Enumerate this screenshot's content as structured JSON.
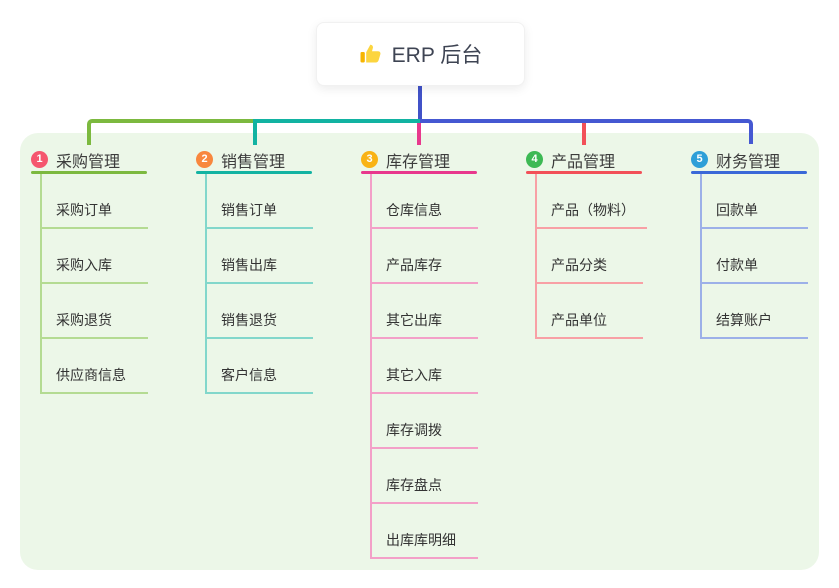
{
  "root": {
    "title": "ERP 后台",
    "icon": "thumbs-up-icon"
  },
  "branches": [
    {
      "badge": "1",
      "badge_color": "#f5566e",
      "title": "采购管理",
      "line_color": "#7cb93f",
      "light_color": "#b4db92",
      "children": [
        "采购订单",
        "采购入库",
        "采购退货",
        "供应商信息"
      ]
    },
    {
      "badge": "2",
      "badge_color": "#f8873e",
      "title": "销售管理",
      "line_color": "#12b3a2",
      "light_color": "#82d7cb",
      "children": [
        "销售订单",
        "销售出库",
        "销售退货",
        "客户信息"
      ]
    },
    {
      "badge": "3",
      "badge_color": "#f9b315",
      "title": "库存管理",
      "line_color": "#e8388d",
      "light_color": "#f3a0c8",
      "children": [
        "仓库信息",
        "产品库存",
        "其它出库",
        "其它入库",
        "库存调拨",
        "库存盘点",
        "出库库明细"
      ]
    },
    {
      "badge": "4",
      "badge_color": "#3db954",
      "title": "产品管理",
      "line_color": "#f25058",
      "light_color": "#f8a0a5",
      "children": [
        "产品（物料）",
        "产品分类",
        "产品单位"
      ]
    },
    {
      "badge": "5",
      "badge_color": "#2e9fd8",
      "title": "财务管理",
      "line_color": "#3a68d8",
      "light_color": "#9cb0e8",
      "children": [
        "回款单",
        "付款单",
        "结算账户"
      ]
    }
  ],
  "connector_colors": {
    "root_stem": "#4152c8",
    "left_segment": "#7cb93f",
    "mid_segment": "#12b3a2",
    "right_segment": "#4558d2"
  },
  "panel_bg": "#ecf7e8"
}
